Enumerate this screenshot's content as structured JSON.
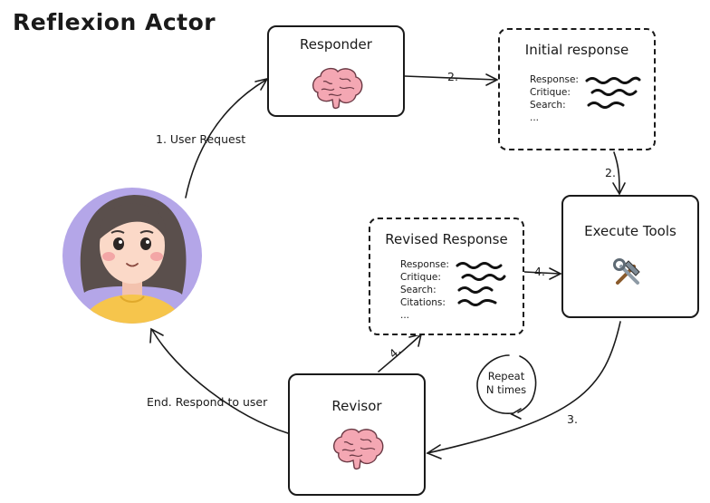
{
  "title": "Reflexion Actor",
  "responder": {
    "title": "Responder",
    "icon": "brain-icon"
  },
  "initial_response": {
    "title": "Initial response",
    "rows": [
      "Response:",
      "Critique:",
      "Search:",
      "..."
    ]
  },
  "execute_tools": {
    "title": "Execute Tools",
    "icon": "tools-icon"
  },
  "revised_response": {
    "title": "Revised Response",
    "rows": [
      "Response:",
      "Critique:",
      "Search:",
      "Citations:",
      "..."
    ]
  },
  "revisor": {
    "title": "Revisor",
    "icon": "brain-icon"
  },
  "user": {
    "icon": "user-avatar"
  },
  "edges": {
    "user_request": "1. User Request",
    "responder_to_initial": "2.",
    "initial_to_tools": "2.",
    "tools_to_revisor": "3.",
    "revisor_to_revised": "4.",
    "revised_to_tools": "4.",
    "end": "End. Respond to user"
  },
  "loop": {
    "line1": "Repeat",
    "line2": "N times"
  },
  "colors": {
    "brain": "#f4a7b3",
    "avatar_bg": "#b4a6e8",
    "hair": "#5a4f4c",
    "shirt": "#f6c54c",
    "skin": "#fbd9c8"
  }
}
